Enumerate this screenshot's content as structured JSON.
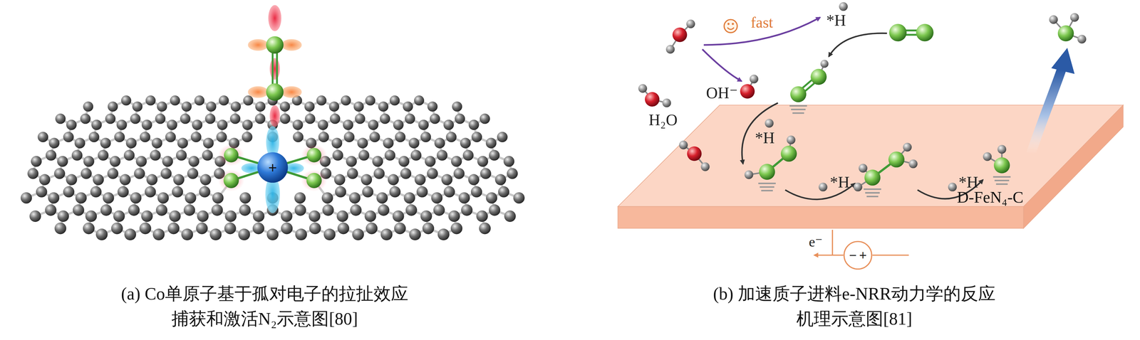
{
  "diagram": {
    "nodes": [
      {
        "text": [
          "D-FeN₄-C"
        ]
      },
      {
        "text": [
          "−",
          "+"
        ]
      }
    ],
    "labels": [
      "+",
      "fast",
      "*H",
      "OH⁻",
      "H₂O",
      "*H",
      "*H",
      "*H",
      "e⁻",
      "(a) Co单原子基于孤对电子的拉扯效应捕获和激活N₂示意图[80]",
      "(b) 加速质子进料e-NRR动力学的反应机理示意图[81]"
    ]
  }
}
